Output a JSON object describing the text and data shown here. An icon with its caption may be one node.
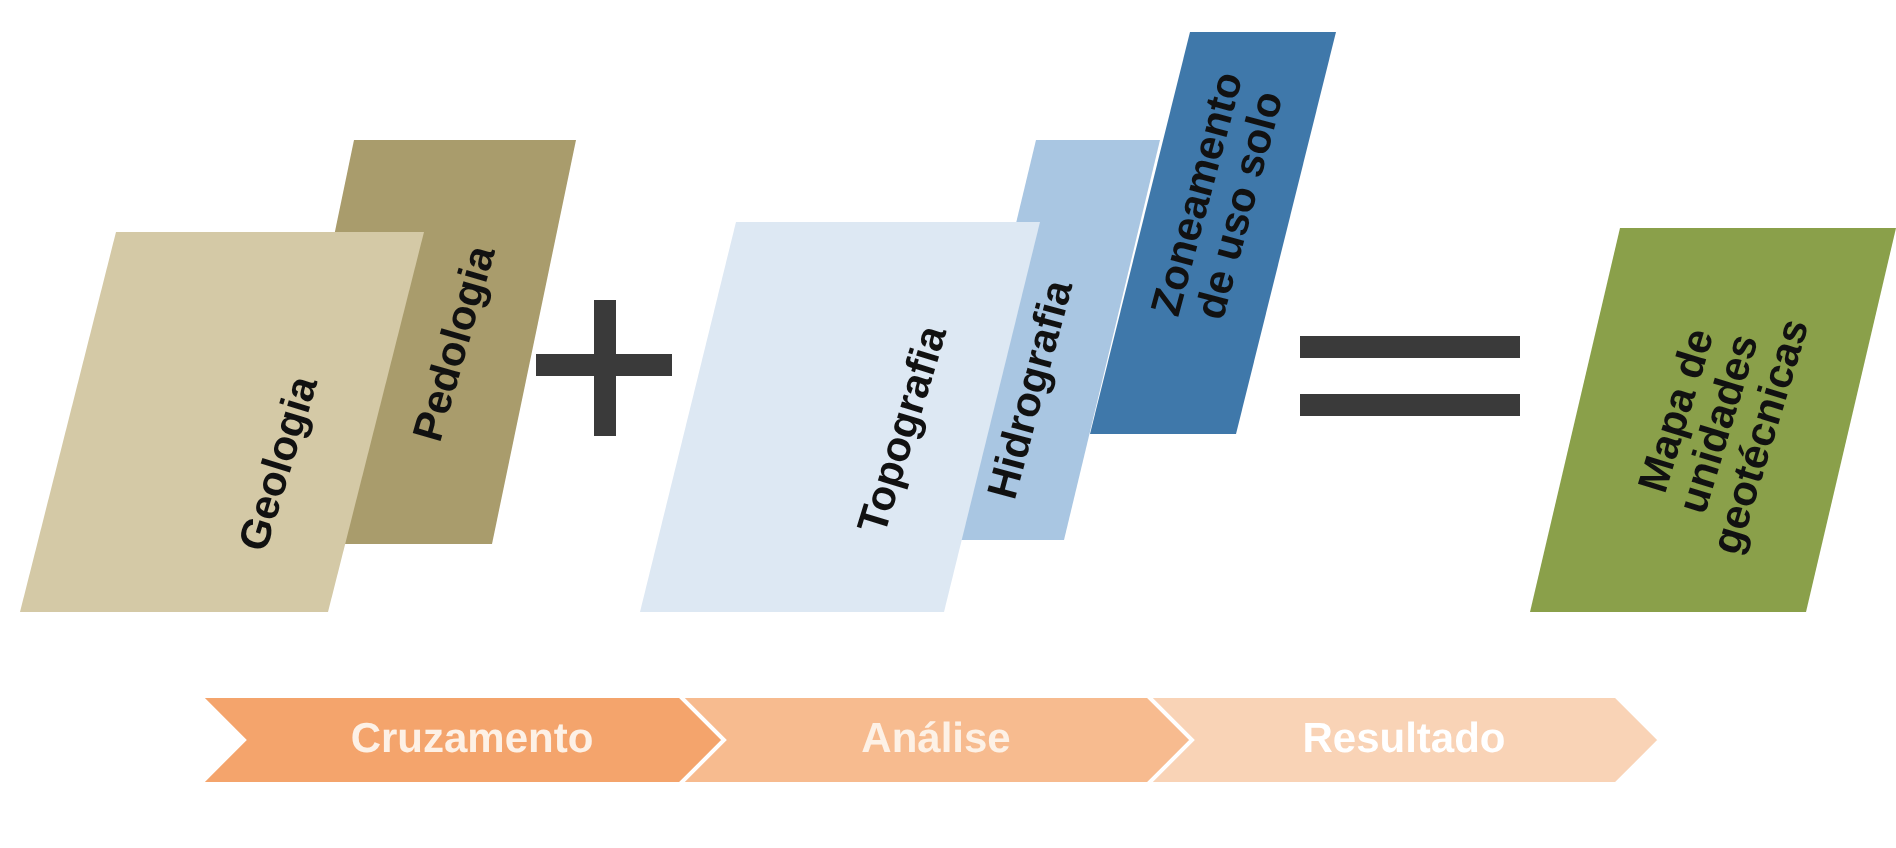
{
  "diagram": {
    "nodes": [
      {
        "text": [
          "Pedologia"
        ]
      },
      {
        "text": [
          "Geologia"
        ]
      },
      {
        "text": [
          "Zoneamento de uso solo"
        ]
      },
      {
        "text": [
          "Hidrografia"
        ]
      },
      {
        "text": [
          "Topografia"
        ]
      },
      {
        "text": [
          "Mapa de unidades geotécnicas"
        ]
      },
      {
        "text": [
          "Cruzamento"
        ]
      },
      {
        "text": [
          "Análise"
        ]
      },
      {
        "text": [
          "Resultado"
        ]
      }
    ]
  }
}
